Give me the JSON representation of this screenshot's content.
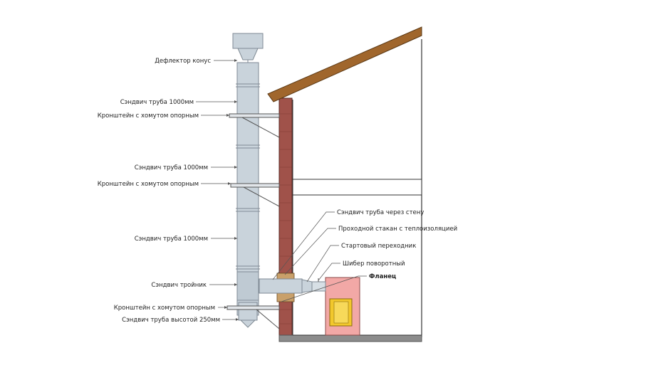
{
  "labels": {
    "deflector": "Дефлектор конус",
    "pipe1": "Сэндвич труба 1000мм",
    "bracket1": "Кронштейн с хомутом опорным",
    "pipe2": "Сэндвич труба 1000мм",
    "bracket2": "Кронштейн с хомутом опорным",
    "pipe3": "Сэндвич труба 1000мм",
    "tee": "Сэндвич тройник",
    "bracket3": "Кронштейн с хомутом опорным",
    "pipe250": "Сэндвич труба высотой 250мм",
    "through_wall": "Сэндвич труба через стену",
    "wall_sleeve": "Проходной стакан с теплоизоляцией",
    "starter": "Стартовый переходник",
    "damper": "Шибер поворотный",
    "flange": "Фланец"
  },
  "colors": {
    "pipe": "#c9d3db",
    "pipe_stroke": "#7f8a94",
    "brick": "#a0524a",
    "roof": "#a0662c",
    "stove": "#f2a8a6",
    "firebox": "#f2c82c",
    "floor": "#8c8c8c",
    "leader": "#555555",
    "sleeve": "#c9a06a"
  }
}
